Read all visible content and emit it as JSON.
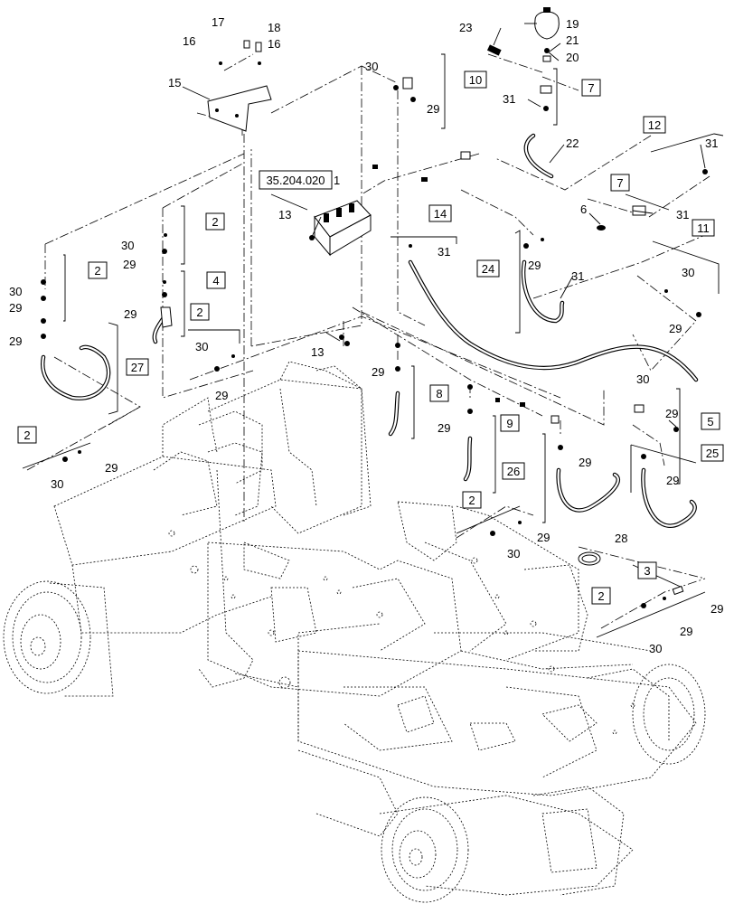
{
  "reference_label": "35.204.020",
  "callouts": [
    {
      "id": "c17",
      "text": "17"
    },
    {
      "id": "c18",
      "text": "18"
    },
    {
      "id": "c16a",
      "text": "16"
    },
    {
      "id": "c16b",
      "text": "16"
    },
    {
      "id": "c15",
      "text": "15"
    },
    {
      "id": "c23",
      "text": "23"
    },
    {
      "id": "c19",
      "text": "19"
    },
    {
      "id": "c21",
      "text": "21"
    },
    {
      "id": "c20",
      "text": "20"
    },
    {
      "id": "c31a",
      "text": "31"
    },
    {
      "id": "c22",
      "text": "22"
    },
    {
      "id": "c30a",
      "text": "30"
    },
    {
      "id": "c29a",
      "text": "29"
    },
    {
      "id": "c1",
      "text": "1"
    },
    {
      "id": "c13a",
      "text": "13"
    },
    {
      "id": "c13b",
      "text": "13"
    },
    {
      "id": "c30b",
      "text": "30"
    },
    {
      "id": "c29b",
      "text": "29"
    },
    {
      "id": "c29c",
      "text": "29"
    },
    {
      "id": "c30c",
      "text": "30"
    },
    {
      "id": "c29d",
      "text": "29"
    },
    {
      "id": "c29e",
      "text": "29"
    },
    {
      "id": "c30d",
      "text": "30"
    },
    {
      "id": "c29f",
      "text": "29"
    },
    {
      "id": "c29g",
      "text": "29"
    },
    {
      "id": "c29h",
      "text": "29"
    },
    {
      "id": "c30e",
      "text": "30"
    },
    {
      "id": "c31b",
      "text": "31"
    },
    {
      "id": "c6",
      "text": "6"
    },
    {
      "id": "c31c",
      "text": "31"
    },
    {
      "id": "c31d",
      "text": "31"
    },
    {
      "id": "c31e",
      "text": "31"
    },
    {
      "id": "c30f",
      "text": "30"
    },
    {
      "id": "c29i",
      "text": "29"
    },
    {
      "id": "c30g",
      "text": "30"
    },
    {
      "id": "c29j",
      "text": "29"
    },
    {
      "id": "c29k",
      "text": "29"
    },
    {
      "id": "c29l",
      "text": "29"
    },
    {
      "id": "c29m",
      "text": "29"
    },
    {
      "id": "c30h",
      "text": "30"
    },
    {
      "id": "c29n",
      "text": "29"
    },
    {
      "id": "c28",
      "text": "28"
    },
    {
      "id": "c29o",
      "text": "29"
    },
    {
      "id": "c29p",
      "text": "29"
    },
    {
      "id": "c30i",
      "text": "30"
    },
    {
      "id": "c29q",
      "text": "29"
    }
  ],
  "boxed_callouts": [
    {
      "id": "b10",
      "text": "10"
    },
    {
      "id": "b7a",
      "text": "7"
    },
    {
      "id": "b12",
      "text": "12"
    },
    {
      "id": "b7b",
      "text": "7"
    },
    {
      "id": "b14",
      "text": "14"
    },
    {
      "id": "b2a",
      "text": "2"
    },
    {
      "id": "b2b",
      "text": "2"
    },
    {
      "id": "b4",
      "text": "4"
    },
    {
      "id": "b2c",
      "text": "2"
    },
    {
      "id": "b27",
      "text": "27"
    },
    {
      "id": "b24",
      "text": "24"
    },
    {
      "id": "b11",
      "text": "11"
    },
    {
      "id": "b8",
      "text": "8"
    },
    {
      "id": "b9",
      "text": "9"
    },
    {
      "id": "b5",
      "text": "5"
    },
    {
      "id": "b2d",
      "text": "2"
    },
    {
      "id": "b26",
      "text": "26"
    },
    {
      "id": "b25",
      "text": "25"
    },
    {
      "id": "b2e",
      "text": "2"
    },
    {
      "id": "b3",
      "text": "3"
    },
    {
      "id": "b2f",
      "text": "2"
    }
  ]
}
